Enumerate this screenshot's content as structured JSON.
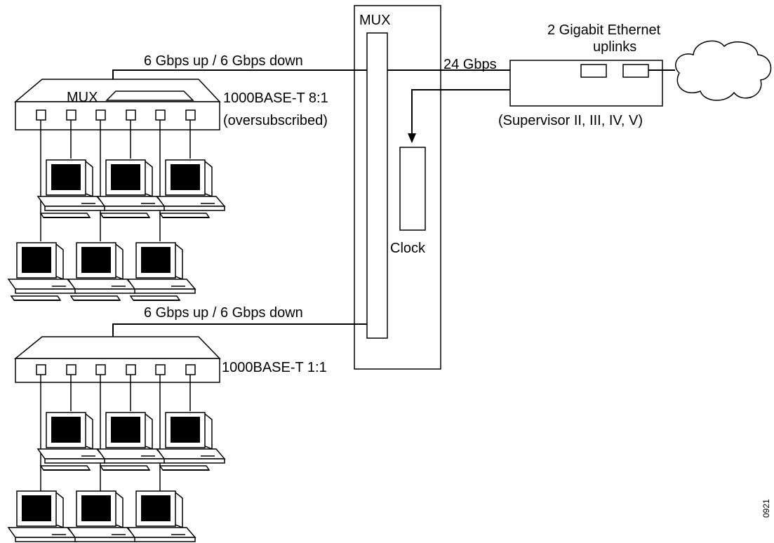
{
  "labels": {
    "mux_card": "MUX",
    "link_top": "6 Gbps up / 6 Gbps down",
    "link_bottom": "6 Gbps up / 6 Gbps down",
    "link_uplink": "24 Gbps",
    "uplink_title_line1": "2 Gigabit Ethernet",
    "uplink_title_line2": "uplinks",
    "supervisor": "(Supervisor II, III, IV, V)",
    "clock": "Clock",
    "hub_top_mux": "MUX",
    "hub_top_line1": "1000BASE-T 8:1",
    "hub_top_line2": "(oversubscribed)",
    "hub_bottom_line1": "1000BASE-T 1:1",
    "figure_id": "0921"
  },
  "colors": {
    "stroke": "#000000",
    "background": "#ffffff",
    "screen": "#000000"
  },
  "icons": {
    "computer": "computer-icon",
    "cloud": "cloud-icon",
    "port": "port-icon"
  }
}
